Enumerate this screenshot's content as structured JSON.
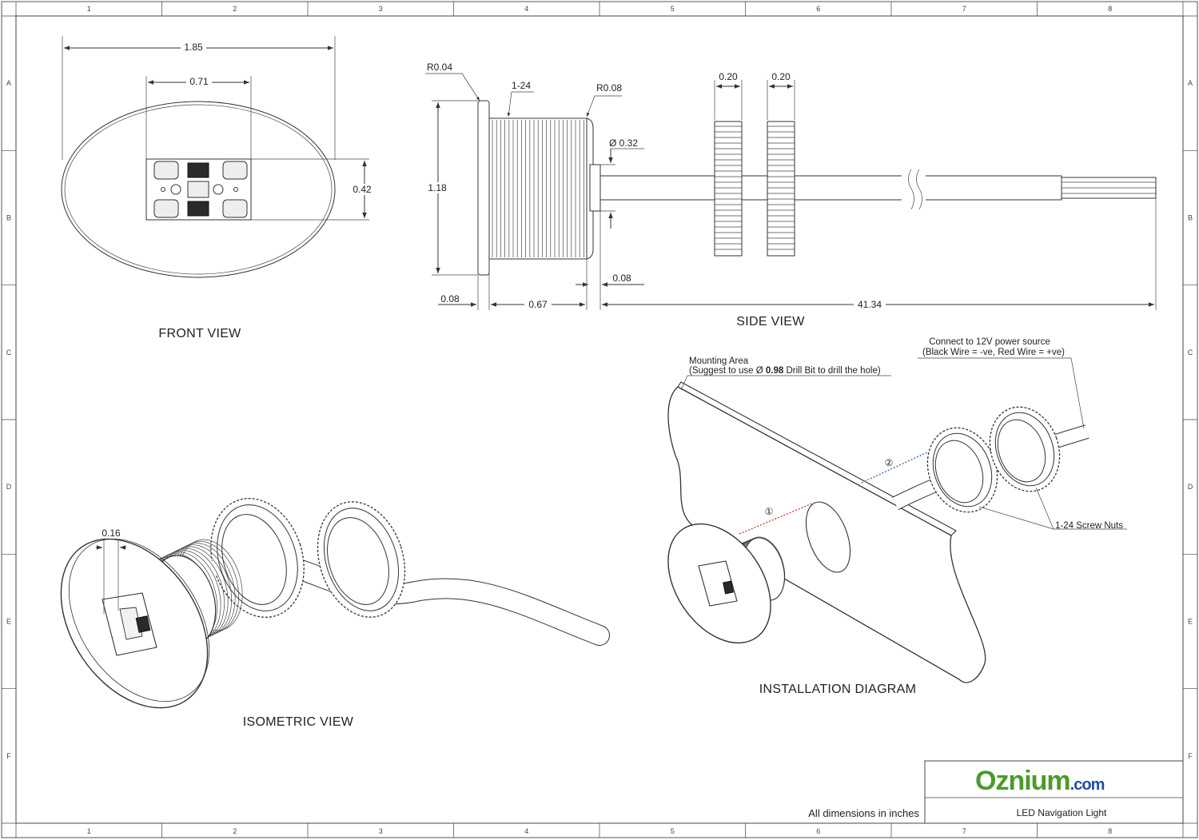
{
  "sheet": {
    "grid_columns": [
      "1",
      "2",
      "3",
      "4",
      "5",
      "6",
      "7",
      "8"
    ],
    "grid_rows": [
      "A",
      "B",
      "C",
      "D",
      "E",
      "F"
    ]
  },
  "front_view": {
    "title": "FRONT VIEW",
    "dim_width": "1.85",
    "dim_window": "0.71",
    "dim_height": "0.42"
  },
  "side_view": {
    "title": "SIDE VIEW",
    "radius_flange": "R0.04",
    "thread": "1-24",
    "radius_body": "R0.08",
    "diameter_stem": "Ø 0.32",
    "height": "1.18",
    "flange_thickness": "0.08",
    "body_length": "0.67",
    "stem_length": "0.08",
    "cable_length": "41.34",
    "nut_width_1": "0.20",
    "nut_width_2": "0.20"
  },
  "isometric_view": {
    "title": "ISOMETRIC VIEW",
    "dim_flange": "0.16"
  },
  "installation": {
    "title": "INSTALLATION DIAGRAM",
    "power_note_1": "Connect to 12V power source",
    "power_note_2": "(Black Wire = -ve, Red Wire = +ve)",
    "mount_note_1": "Mounting Area",
    "mount_note_2_a": "(Suggest to use Ø ",
    "mount_note_2_b": "0.98",
    "mount_note_2_c": " Drill Bit to drill the hole)",
    "step_1": "①",
    "step_2": "②",
    "nuts_label": "1-24 Screw Nuts"
  },
  "title_block": {
    "logo_oz": "Oz",
    "logo_nium": "nium",
    "logo_com": ".com",
    "logo_colors": {
      "green": "#4c9a2a",
      "blue": "#1f4ea3"
    },
    "units_note": "All dimensions in inches",
    "product": "LED Navigation Light"
  }
}
